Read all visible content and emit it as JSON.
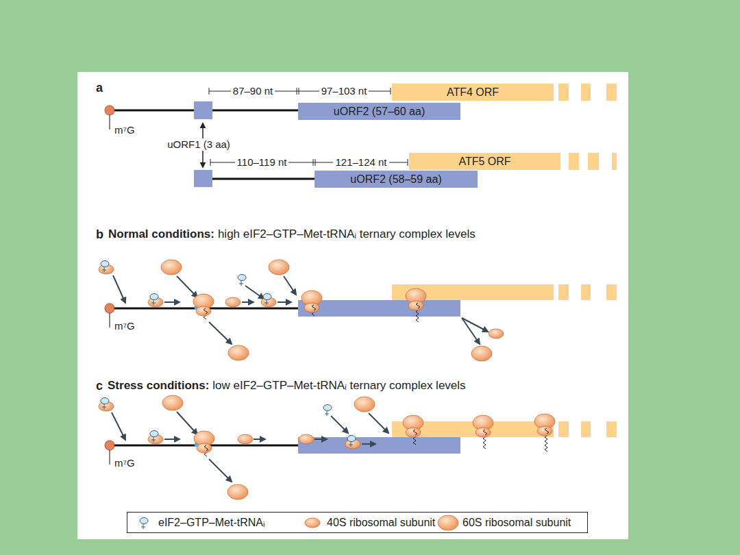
{
  "diagram": {
    "nodes": [
      {
        "text": [
          "ATF4 ORF"
        ]
      },
      {
        "text": [
          "uORF2 (57–60 aa)"
        ]
      },
      {
        "text": [
          "ATF5 ORF"
        ]
      },
      {
        "text": [
          "uORF2 (58–59 aa)"
        ]
      }
    ],
    "labels": [
      "a",
      "87–90 nt",
      "97–103 nt",
      "m⁷G",
      "uORF1 (3 aa)",
      "110–119 nt",
      "121–124 nt",
      "b",
      "Normal conditions:",
      "high eIF2–GTP–Met-tRNAᵢ ternary complex levels",
      "m⁷G",
      "c",
      "Stress conditions:",
      "low eIF2–GTP–Met-tRNAᵢ ternary complex levels",
      "m⁷G"
    ],
    "legend": [
      {
        "text": "eIF2–GTP–Met-tRNAᵢ"
      },
      {
        "text": "40S ribosomal subunit"
      },
      {
        "text": "60S ribosomal subunit"
      }
    ]
  }
}
